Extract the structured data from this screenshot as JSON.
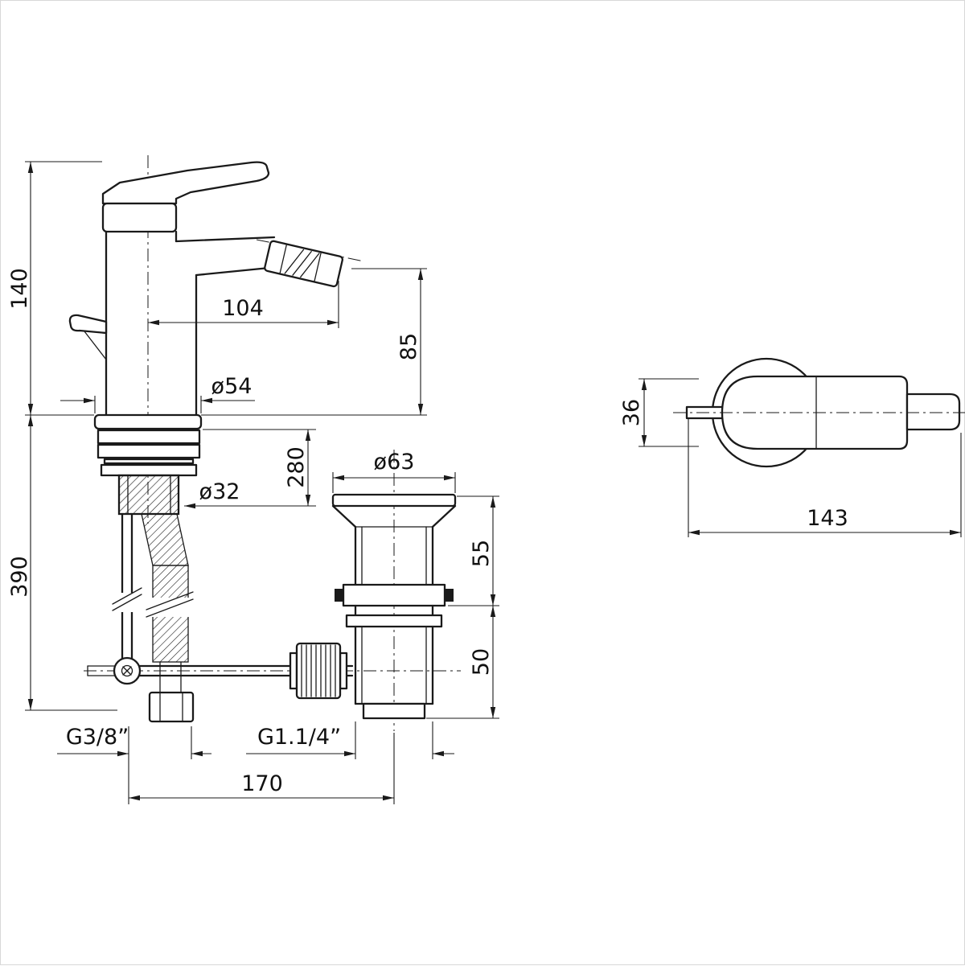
{
  "meta": {
    "background": "#ffffff",
    "line_color": "#1a1a1a",
    "drawing_type": "bidet mixer tap dimensional drawing"
  },
  "front_view": {
    "dims": {
      "height_above_deck": "140",
      "height_below_deck": "390",
      "spout_reach": "104",
      "spout_height": "85",
      "base_diameter": "ø54",
      "hose_length": "280",
      "drain_flange_diameter": "ø63",
      "shank_diameter": "ø32",
      "drain_upper_height": "55",
      "drain_lower_height": "50",
      "inlet_thread": "G3/8”",
      "drain_thread": "G1.1/4”",
      "center_to_drain": "170"
    }
  },
  "top_view": {
    "dims": {
      "body_width": "36",
      "overall_length": "143"
    }
  }
}
